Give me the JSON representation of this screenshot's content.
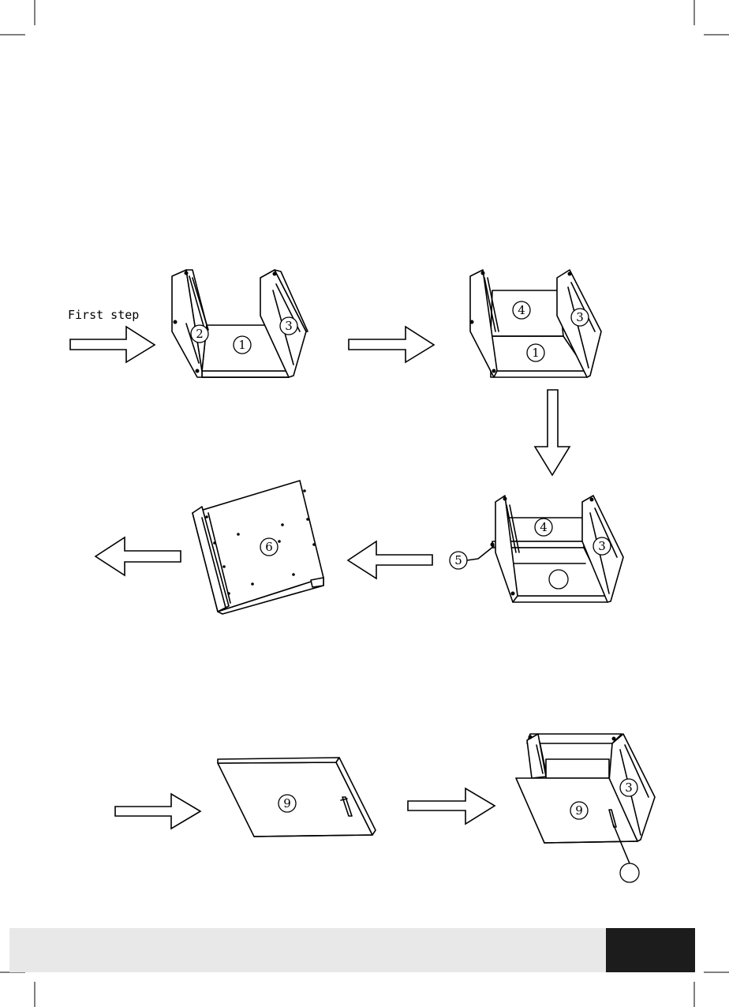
{
  "step_label": "First step",
  "part_numbers": {
    "p1": "1",
    "p2": "2",
    "p3": "3",
    "p4": "4",
    "p5": "5",
    "p6": "6",
    "p9": "9"
  },
  "colors": {
    "line": "#000000",
    "footer_bar": "#e8e8e8",
    "footer_block": "#1c1c1c"
  }
}
